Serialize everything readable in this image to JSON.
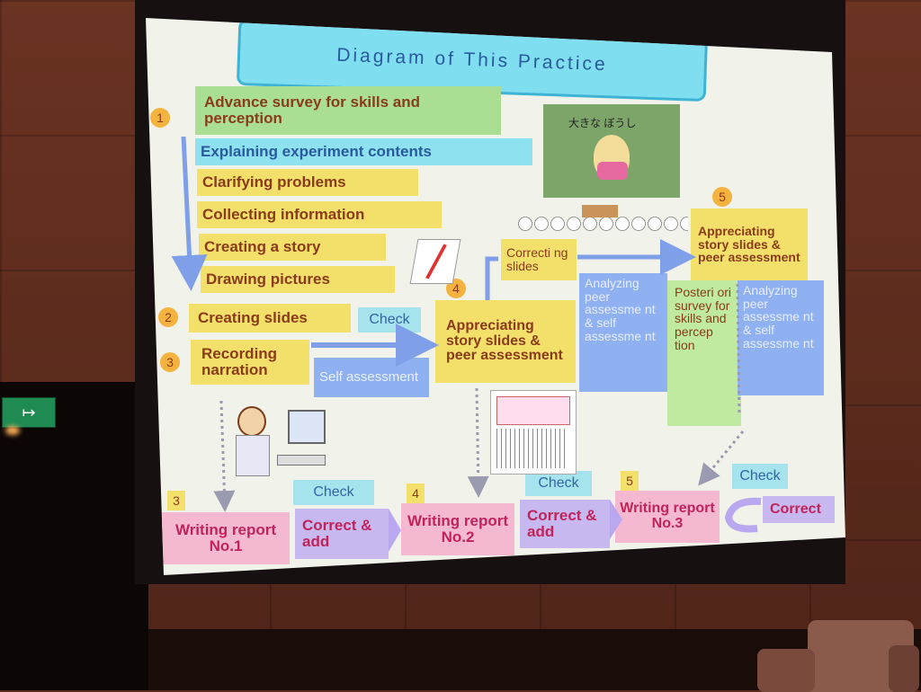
{
  "title": "Diagram of This Practice",
  "exit_sign": "↦",
  "steps_left": [
    "Advance survey for skills and perception",
    "Explaining experiment contents",
    "Clarifying problems",
    "Collecting information",
    "Creating a story",
    "Drawing pictures"
  ],
  "creating_slides": "Creating slides",
  "recording_narration": "Recording narration",
  "check": "Check",
  "self_assessment": "Self assessment",
  "correcting_slides": "Correcti ng slides",
  "appreciating": "Appreciating story slides & peer assessment",
  "analyzing": "Analyzing peer assessme nt & self assessme nt",
  "posteriori": "Posteri ori survey for skills and percep tion",
  "writing_1": "Writing report No.1",
  "writing_2": "Writing report No.2",
  "writing_3": "Writing report No.3",
  "correct_add": "Correct & add",
  "correct": "Correct",
  "picture_caption": "大きな ぼうし",
  "numbers": {
    "n1": "1",
    "n2": "2",
    "n3": "3",
    "n4": "4",
    "n5": "5"
  }
}
